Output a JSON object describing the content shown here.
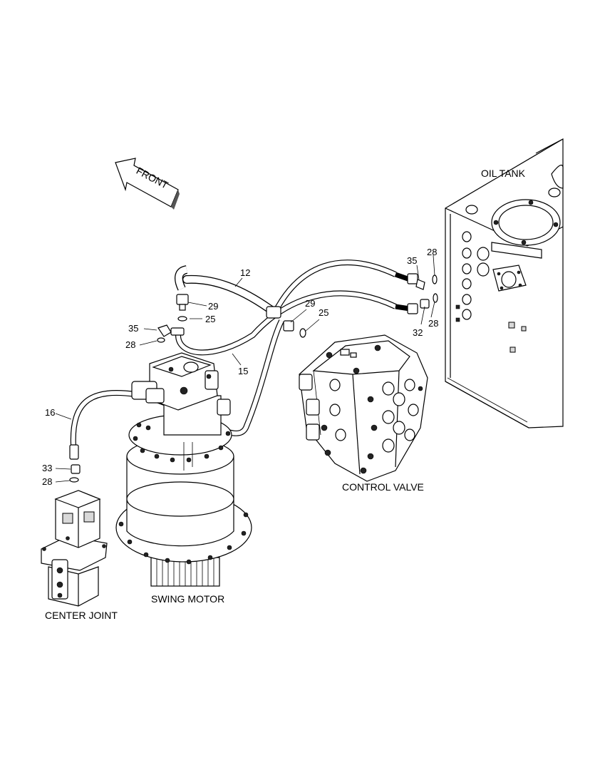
{
  "captions": {
    "oil_tank": "OIL TANK",
    "control_valve": "CONTROL VALVE",
    "swing_motor": "SWING MOTOR",
    "center_joint": "CENTER JOINT",
    "front_arrow": "FRONT"
  },
  "callouts": {
    "hose_12": "12",
    "hose_15": "15",
    "hose_16": "16",
    "fitting_29_motor": "29",
    "oring_25_motor": "25",
    "fitting_35_motor": "35",
    "oring_28_motor": "28",
    "fitting_29_valve": "29",
    "oring_25_valve": "25",
    "fitting_35_tank": "35",
    "oring_28_tank_top": "28",
    "fitting_32_tank": "32",
    "oring_28_tank_bottom": "28",
    "fitting_33_joint": "33",
    "oring_28_joint": "28"
  }
}
